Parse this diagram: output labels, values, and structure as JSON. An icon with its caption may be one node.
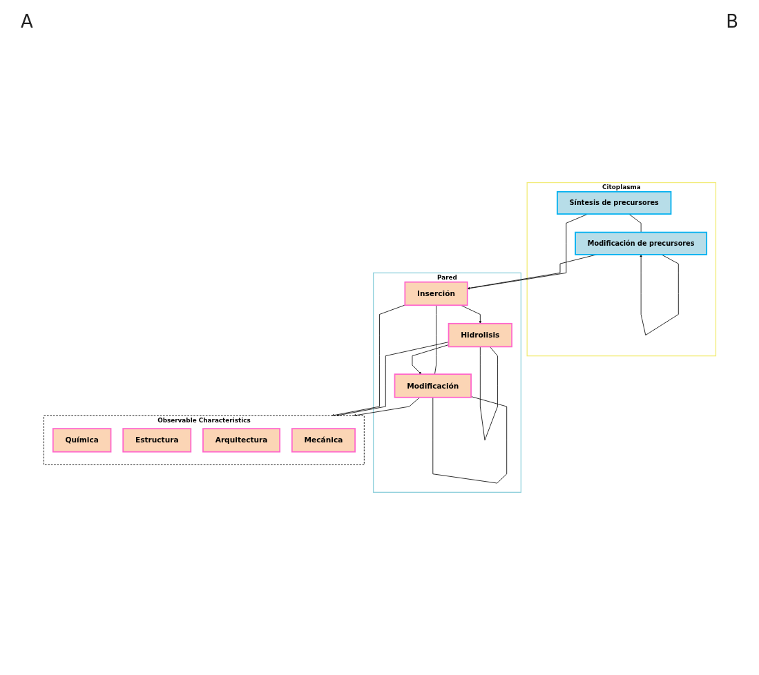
{
  "diagram": {
    "nodes": [
      {
        "text": [
          "Citoplasma"
        ]
      },
      {
        "text": [
          "Síntesis de precursores"
        ],
        "in": 0
      },
      {
        "text": [
          "Modificación de precursores"
        ],
        "in": 0
      },
      {
        "text": [
          "Pared"
        ]
      },
      {
        "text": [
          "Inserción"
        ],
        "in": 3
      },
      {
        "text": [
          "Modificación"
        ],
        "in": 3
      },
      {
        "text": [
          "Hidrolisis"
        ],
        "in": 3
      },
      {
        "text": [
          "Observable Characteristics"
        ]
      },
      {
        "text": [
          "Química"
        ],
        "in": 7
      },
      {
        "text": [
          "Estructura"
        ],
        "in": 7
      },
      {
        "text": [
          "Arquitectura"
        ],
        "in": 7
      },
      {
        "text": [
          "Mecánica"
        ],
        "in": 7
      }
    ],
    "edges": [
      {
        "from": 1,
        "to": 2,
        "arrow": "none"
      },
      {
        "from": 2,
        "to": 2,
        "arrow": "to"
      },
      {
        "from": 1,
        "to": 4,
        "arrow": "to"
      },
      {
        "from": 2,
        "to": 4,
        "arrow": "none"
      },
      {
        "from": 4,
        "to": 5,
        "arrow": "none"
      },
      {
        "from": 5,
        "to": 5,
        "arrow": "none"
      },
      {
        "from": 6,
        "to": 5,
        "arrow": "to"
      },
      {
        "from": 4,
        "to": 6,
        "arrow": "to"
      },
      {
        "from": 6,
        "to": 6,
        "arrow": "none"
      },
      {
        "from": 5,
        "to": 7,
        "arrow": "to"
      },
      {
        "from": 6,
        "to": 7,
        "arrow": "to"
      },
      {
        "from": 4,
        "to": 7,
        "arrow": "to"
      }
    ],
    "labels": [
      "A",
      "B"
    ]
  }
}
